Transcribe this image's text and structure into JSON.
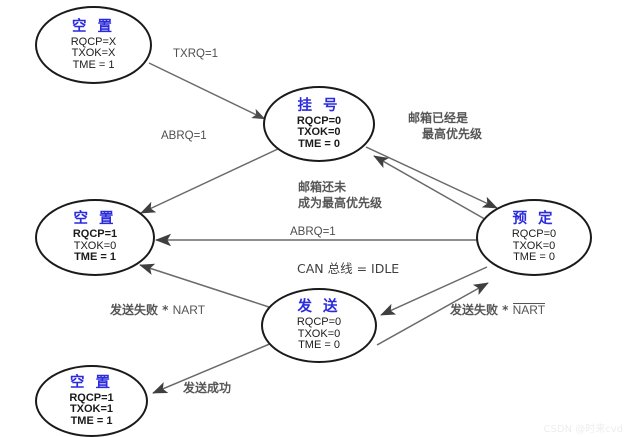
{
  "diagram": {
    "type": "state-transition-diagram",
    "nodes": [
      {
        "id": "empty-top",
        "title": "空 置",
        "lines": [
          "RQCP=X",
          "TXOK=X",
          "TME = 1"
        ],
        "bold_lines": [
          false,
          false,
          false
        ]
      },
      {
        "id": "pending",
        "title": "挂 号",
        "lines": [
          "RQCP=0",
          "TXOK=0",
          "TME = 0"
        ],
        "bold_lines": [
          true,
          true,
          true
        ]
      },
      {
        "id": "scheduled",
        "title": "预 定",
        "lines": [
          "RQCP=0",
          "TXOK=0",
          "TME = 0"
        ],
        "bold_lines": [
          false,
          false,
          false
        ]
      },
      {
        "id": "empty-mid",
        "title": "空 置",
        "lines": [
          "RQCP=1",
          "TXOK=0",
          "TME = 1"
        ],
        "bold_lines": [
          true,
          false,
          true
        ]
      },
      {
        "id": "transmit",
        "title": "发 送",
        "lines": [
          "RQCP=0",
          "TXOK=0",
          "TME = 0"
        ],
        "bold_lines": [
          false,
          false,
          false
        ]
      },
      {
        "id": "empty-bottom",
        "title": "空 置",
        "lines": [
          "RQCP=1",
          "TXOK=1",
          "TME = 1"
        ],
        "bold_lines": [
          true,
          true,
          true
        ]
      }
    ],
    "labels": {
      "txrq": "TXRQ=1",
      "abrq_upper": "ABRQ=1",
      "abrq_lower": "ABRQ=1",
      "mailbox_is_highest_l1": "邮箱已经是",
      "mailbox_is_highest_l2": "最高优先级",
      "mailbox_not_highest_l1": "邮箱还未",
      "mailbox_not_highest_l2": "成为最高优先级",
      "can_bus_idle": "CAN 总线 = IDLE",
      "send_fail_nart_left_prefix": "发送失败 * ",
      "send_fail_nart_left_sig": "NART",
      "send_fail_nart_right_prefix": "发送失败 * ",
      "send_fail_nart_right_sig": "NART",
      "send_success": "发送成功"
    },
    "watermark": "CSDN @时来cvd",
    "colors": {
      "node_title": "#2b2bde",
      "node_border": "#1a1a1a",
      "edge": "#5a5a5a",
      "text": "#1b1b1b",
      "background": "#ffffff"
    }
  }
}
